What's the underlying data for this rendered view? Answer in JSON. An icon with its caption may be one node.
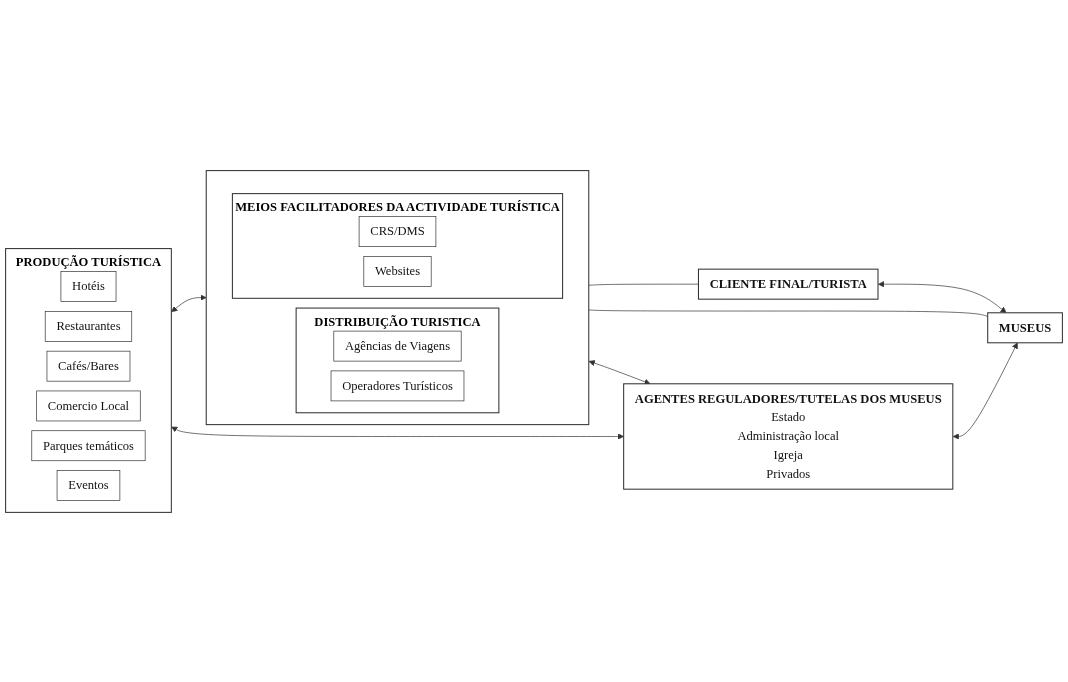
{
  "diagram": {
    "nodes": [
      {
        "text": [
          "PRODUÇÃO TURÍSTICA"
        ]
      },
      {
        "text": [
          "Hotéis"
        ],
        "in": 0
      },
      {
        "text": [
          "Restaurantes"
        ],
        "in": 0
      },
      {
        "text": [
          "Cafés/Bares"
        ],
        "in": 0
      },
      {
        "text": [
          "Comercio Local"
        ],
        "in": 0
      },
      {
        "text": [
          "Parques temáticos"
        ],
        "in": 0
      },
      {
        "text": [
          "Eventos"
        ],
        "in": 0
      },
      {
        "text": [],
        "shape": "box"
      },
      {
        "text": [
          "DISTRIBUIÇÃO TURISTICA"
        ],
        "in": 7
      },
      {
        "text": [
          "Agências de Viagens"
        ],
        "in": 8
      },
      {
        "text": [
          "Operadores Turísticos"
        ],
        "in": 8
      },
      {
        "text": [
          "MEIOS FACILITADORES DA ACTIVIDADE TURÍSTICA"
        ],
        "in": 7
      },
      {
        "text": [
          "CRS/DMS"
        ],
        "in": 11
      },
      {
        "text": [
          "Websites"
        ],
        "in": 11
      },
      {
        "text": [
          "CLIENTE FINAL/TURISTA"
        ]
      },
      {
        "text": [
          "MUSEUS"
        ]
      },
      {
        "text": [
          "AGENTES REGULADORES/TUTELAS DOS MUSEUS",
          "Estado",
          "Administração local",
          "Igreja",
          "Privados"
        ]
      }
    ],
    "edges": [
      {
        "from": 0,
        "to": 7,
        "arrow": "both"
      },
      {
        "from": 7,
        "to": 14,
        "arrow": "none"
      },
      {
        "from": 7,
        "to": 15,
        "arrow": "none"
      },
      {
        "from": 14,
        "to": 15,
        "arrow": "both"
      },
      {
        "from": 7,
        "to": 16,
        "arrow": "both"
      },
      {
        "from": 0,
        "to": 16,
        "arrow": "both"
      },
      {
        "from": 16,
        "to": 15,
        "arrow": "both"
      }
    ]
  }
}
